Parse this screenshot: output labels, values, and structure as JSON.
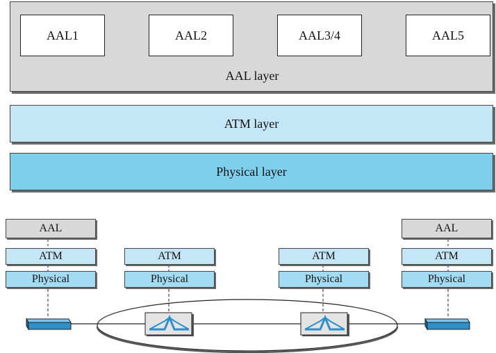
{
  "top": {
    "aal_boxes": [
      "AAL1",
      "AAL2",
      "AAL3/4",
      "AAL5"
    ],
    "aal_layer_label": "AAL layer",
    "atm_layer_label": "ATM layer",
    "physical_layer_label": "Physical layer"
  },
  "bottom": {
    "endpoint_left": {
      "aal": "AAL",
      "atm": "ATM",
      "physical": "Physical"
    },
    "switch_left": {
      "atm": "ATM",
      "physical": "Physical"
    },
    "switch_right": {
      "atm": "ATM",
      "physical": "Physical"
    },
    "endpoint_right": {
      "aal": "AAL",
      "atm": "ATM",
      "physical": "Physical"
    }
  },
  "colors": {
    "aal_gray": "#d8d8d8",
    "atm_light_blue": "#c4e6f7",
    "physical_blue": "#7dcfec",
    "device_blue": "#2f8fc8"
  },
  "icons": [
    "endpoint-device-icon",
    "atm-switch-icon"
  ]
}
